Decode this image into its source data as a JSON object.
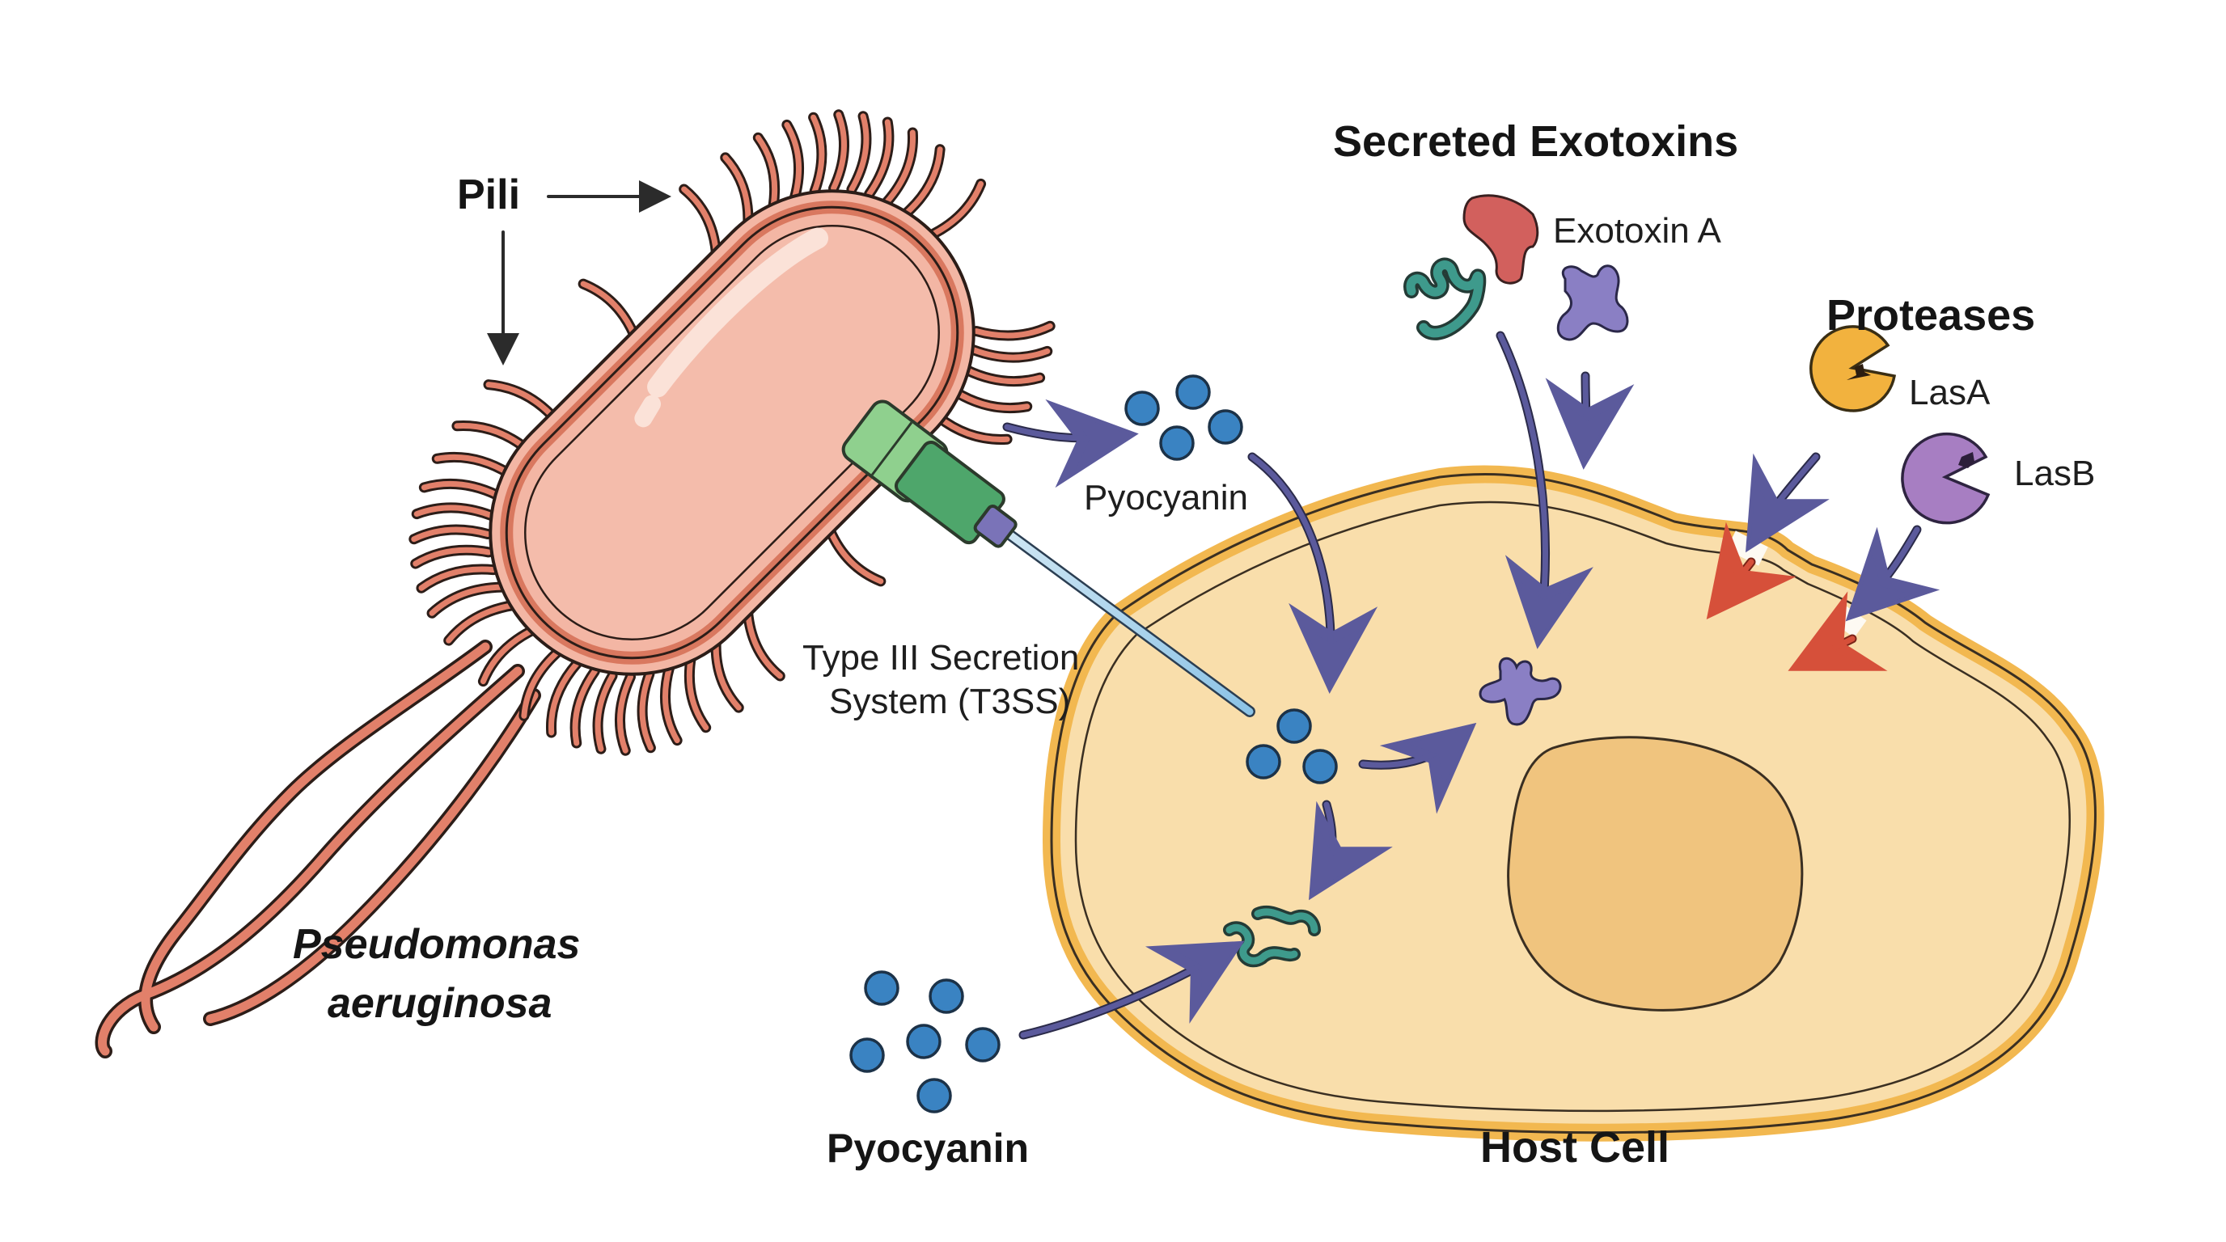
{
  "labels": {
    "pili": "Pili",
    "bacterium_line1": "Pseudomonas",
    "bacterium_line2": "aeruginosa",
    "t3ss_line1": "Type III Secretion",
    "t3ss_line2": "System (T3SS)",
    "pyocyanin_top": "Pyocyanin",
    "pyocyanin_bottom": "Pyocyanin",
    "secreted_exotoxins": "Secreted Exotoxins",
    "exotoxin_a": "Exotoxin A",
    "proteases": "Proteases",
    "lasa": "LasA",
    "lasb": "LasB",
    "host_cell": "Host Cell"
  },
  "colors": {
    "bacterium_fill": "#f3b6a4",
    "bacterium_outline": "#d9785f",
    "host_fill": "#f9deab",
    "host_outline": "#f2b850",
    "nucleus_fill": "#f0c47e",
    "pyocyanin": "#3a83c2",
    "arrow": "#5b5a9c",
    "protease_arrow": "#d6503a",
    "t3ss_green": "#5ab577",
    "exotoxin_red": "#d2605d",
    "exotoxin_purple": "#8a7fc4",
    "exotoxin_teal": "#3e9a8c",
    "lasa": "#f2b23e",
    "lasb": "#a77ec2"
  }
}
